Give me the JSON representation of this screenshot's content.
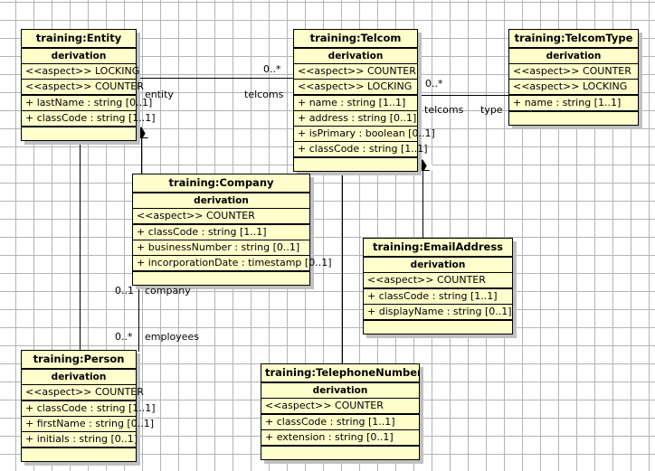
{
  "diagram": {
    "type": "uml-class-diagram",
    "background": "#ffffff",
    "grid_color": "#b4b4b4",
    "class_fill": "#ffffcc",
    "class_border": "#000000",
    "shadow_color": "#c0c0c0"
  },
  "classes": [
    {
      "id": "entity",
      "name": "training:Entity",
      "derivation": "derivation",
      "aspects": [
        "<<aspect>> LOCKING",
        "<<aspect>> COUNTER"
      ],
      "attributes": [
        "+ lastName : string [0..1]",
        "+ classCode : string [1..1]"
      ],
      "operations": []
    },
    {
      "id": "telcom",
      "name": "training:Telcom",
      "derivation": "derivation",
      "aspects": [
        "<<aspect>> COUNTER",
        "<<aspect>> LOCKING"
      ],
      "attributes": [
        "+ name : string [1..1]",
        "+ address : string [0..1]",
        "+ isPrimary : boolean [0..1]",
        "+ classCode : string [1..1]"
      ],
      "operations": []
    },
    {
      "id": "telcomtype",
      "name": "training:TelcomType",
      "derivation": "derivation",
      "aspects": [
        "<<aspect>> COUNTER",
        "<<aspect>> LOCKING"
      ],
      "attributes": [
        "+ name : string [1..1]"
      ],
      "operations": []
    },
    {
      "id": "company",
      "name": "training:Company",
      "derivation": "derivation",
      "aspects": [
        "<<aspect>> COUNTER"
      ],
      "attributes": [
        "+ classCode : string [1..1]",
        "+ businessNumber : string [0..1]",
        "+ incorporationDate : timestamp [0..1]"
      ],
      "operations": []
    },
    {
      "id": "emailaddress",
      "name": "training:EmailAddress",
      "derivation": "derivation",
      "aspects": [
        "<<aspect>> COUNTER"
      ],
      "attributes": [
        "+ classCode : string [1..1]",
        "+ displayName : string [0..1]"
      ],
      "operations": []
    },
    {
      "id": "person",
      "name": "training:Person",
      "derivation": "derivation",
      "aspects": [
        "<<aspect>> COUNTER"
      ],
      "attributes": [
        "+ classCode : string [1..1]",
        "+ firstName : string [0..1]",
        "+ initials : string [0..1]"
      ],
      "operations": []
    },
    {
      "id": "telephonenumber",
      "name": "training:TelephoneNumber",
      "derivation": "derivation",
      "aspects": [
        "<<aspect>> COUNTER"
      ],
      "attributes": [
        "+ classCode : string [1..1]",
        "+ extension : string [0..1]"
      ],
      "operations": []
    }
  ],
  "associations": [
    {
      "id": "entity-telcom",
      "from": "entity",
      "to": "telcom",
      "source_role": "entity",
      "target_role": "telcoms",
      "target_multiplicity": "0..*"
    },
    {
      "id": "telcom-telcomtype",
      "from": "telcom",
      "to": "telcomtype",
      "source_role": "telcoms",
      "target_role": "type",
      "source_multiplicity": "0..*"
    },
    {
      "id": "company-person",
      "from": "company",
      "to": "person",
      "source_role": "company",
      "target_role": "employees",
      "source_multiplicity": "0..1",
      "target_multiplicity": "0..*"
    }
  ],
  "generalizations": [
    {
      "id": "person-entity",
      "child": "person",
      "parent": "entity"
    },
    {
      "id": "company-entity",
      "child": "company",
      "parent": "entity"
    },
    {
      "id": "telephonenumber-telcom",
      "child": "telephonenumber",
      "parent": "telcom"
    },
    {
      "id": "emailaddress-telcom",
      "child": "emailaddress",
      "parent": "telcom"
    }
  ],
  "edge_labels": {
    "entity_role": "entity",
    "telcoms_role_a": "telcoms",
    "telcom_mult_a": "0..*",
    "telcoms_role_b": "telcoms",
    "telcom_mult_b": "0..*",
    "type_role": "type",
    "company_role": "company",
    "company_mult": "0..1",
    "employees_role": "employees",
    "employees_mult": "0..*"
  }
}
